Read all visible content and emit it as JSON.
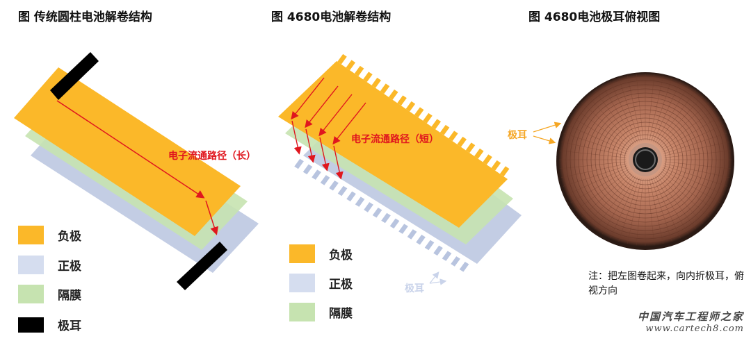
{
  "titles": {
    "left": "图 传统圆柱电池解卷结构",
    "middle": "图 4680电池解卷结构",
    "right": "图 4680电池极耳俯视图"
  },
  "labels": {
    "path_long": "电子流通路径（长）",
    "path_short": "电子流通路径（短）",
    "tab_upper": "极耳",
    "tab_lower": "极耳"
  },
  "legend_left": [
    {
      "label": "负极",
      "color": "#FBB829"
    },
    {
      "label": "正极",
      "color": "#D5DDEF"
    },
    {
      "label": "隔膜",
      "color": "#C6E3B0"
    },
    {
      "label": "极耳",
      "color": "#000000"
    }
  ],
  "legend_middle": [
    {
      "label": "负极",
      "color": "#FBB829"
    },
    {
      "label": "正极",
      "color": "#D5DDEF"
    },
    {
      "label": "隔膜",
      "color": "#C6E3B0"
    }
  ],
  "note": "注：把左图卷起来，向内折极耳，俯视方向",
  "watermark": {
    "line1": "中国汽车工程师之家",
    "line2": "www.cartech8.com"
  },
  "colors": {
    "anode": "#FBB829",
    "cathode": "#B8C4DF",
    "separator": "#C6E3B0",
    "tab": "#000000",
    "arrow": "#E0161E",
    "label_orange": "#F5A623"
  }
}
